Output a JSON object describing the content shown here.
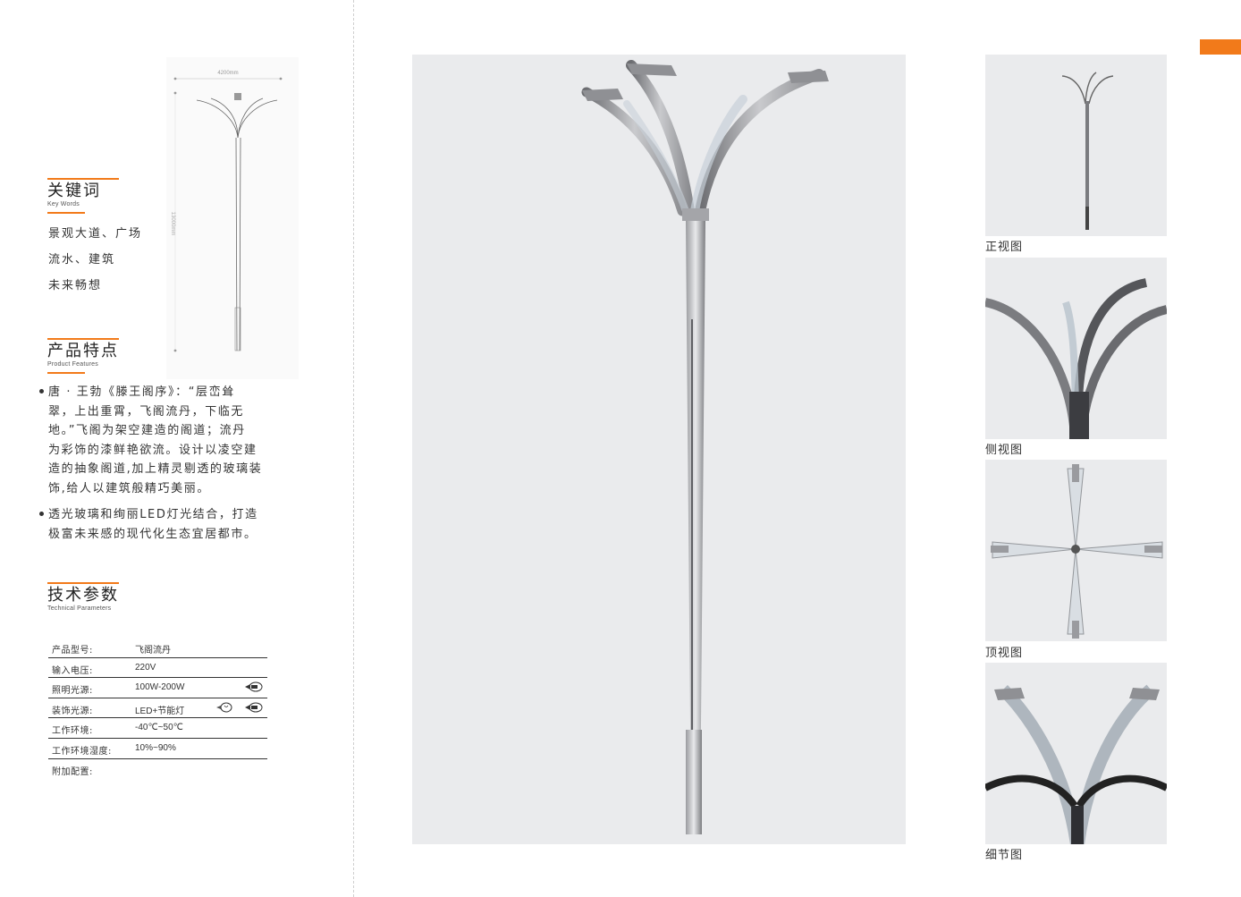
{
  "drawing": {
    "width_label": "4200mm",
    "height_label": "13000mm"
  },
  "keywords": {
    "title_zh": "关键词",
    "title_en": "Key Words",
    "items": [
      "景观大道、广场",
      "流水、建筑",
      "未来畅想"
    ]
  },
  "features": {
    "title_zh": "产品特点",
    "title_en": "Product Features",
    "paragraphs": [
      [
        "唐 · 王勃《滕王阁序》：“层峦耸",
        "翠，上出重霄，飞阁流丹，下临无",
        "地。”飞阁为架空建造的阁道；流丹",
        "为彩饰的漆鲜艳欲流。设计以凌空建",
        "造的抽象阁道,加上精灵剔透的玻璃装",
        "饰,给人以建筑般精巧美丽。"
      ],
      [
        "透光玻璃和绚丽LED灯光结合，打造",
        "极富未来感的现代化生态宜居都市。"
      ]
    ]
  },
  "params": {
    "title_zh": "技术参数",
    "title_en": "Technical Parameters",
    "rows": [
      {
        "label": "产品型号:",
        "value": "飞阁流丹"
      },
      {
        "label": "输入电压:",
        "value": "220V"
      },
      {
        "label": "照明光源:",
        "value": "100W-200W"
      },
      {
        "label": "装饰光源:",
        "value": "LED+节能灯"
      },
      {
        "label": "工作环境:",
        "value": "-40℃~50℃"
      },
      {
        "label": "工作环境湿度:",
        "value": "10%~90%"
      },
      {
        "label": "附加配置:",
        "value": ""
      }
    ]
  },
  "views": {
    "front": "正视图",
    "side": "侧视图",
    "top": "顶视图",
    "detail": "细节图"
  },
  "colors": {
    "accent": "#f27a1a",
    "render_background": "#eaebed"
  }
}
